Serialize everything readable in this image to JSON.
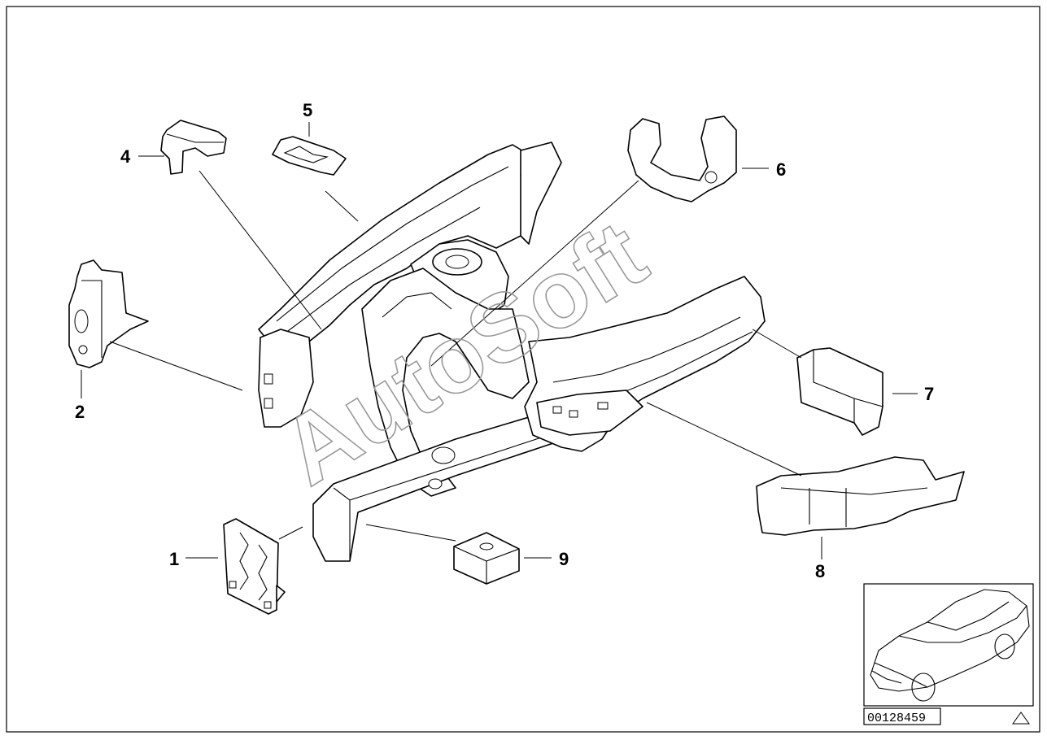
{
  "watermark": "AutoSoft",
  "diagram_code": "00128459",
  "callouts": [
    {
      "id": "1",
      "label": "1"
    },
    {
      "id": "2",
      "label": "2"
    },
    {
      "id": "4",
      "label": "4"
    },
    {
      "id": "5",
      "label": "5"
    },
    {
      "id": "6",
      "label": "6"
    },
    {
      "id": "7",
      "label": "7"
    },
    {
      "id": "8",
      "label": "8"
    },
    {
      "id": "9",
      "label": "9"
    }
  ],
  "icons": [
    "car-thumbnail-icon",
    "warning-triangle-icon"
  ]
}
